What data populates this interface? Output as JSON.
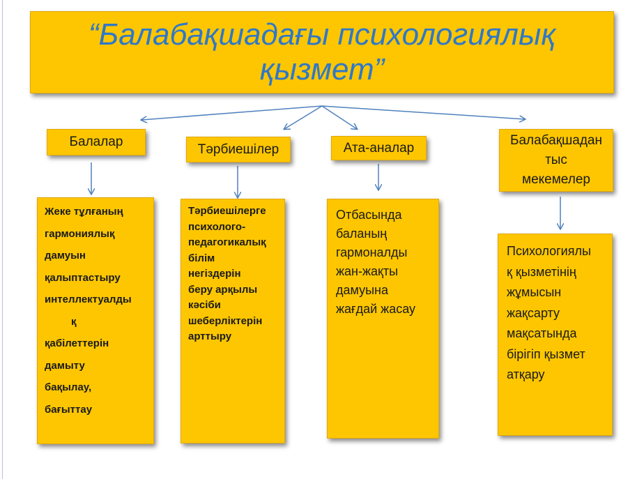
{
  "title": {
    "line1": "“Балабақшадағы психологиялық",
    "line2": "қызмет”"
  },
  "categories": [
    {
      "id": "children",
      "label": "Балалар"
    },
    {
      "id": "teachers",
      "label": "Тәрбиешілер"
    },
    {
      "id": "parents",
      "label": "Ата-аналар"
    },
    {
      "id": "external",
      "lines": [
        "Балабақшадан",
        "тыс",
        "мекемелер"
      ]
    }
  ],
  "descriptions": [
    {
      "id": "children",
      "lines": [
        "Жеке тұлғаның",
        "гармониялық",
        "дамуын",
        "қалыптастыру",
        "интеллектуалды",
        "қ",
        "қабілеттерін",
        "дамыту",
        "бақылау,",
        "бағыттау"
      ]
    },
    {
      "id": "teachers",
      "lines": [
        "Тәрбиешілерге",
        "психолого-",
        "педагогикалық",
        "білім",
        "негіздерін",
        "беру арқылы",
        "кәсіби",
        "шеберліктерін",
        "арттыру"
      ]
    },
    {
      "id": "parents",
      "lines": [
        "Отбасында",
        "баланың",
        "гармоналды",
        "жан-жақты",
        "дамуына",
        "жағдай жасау"
      ]
    },
    {
      "id": "external",
      "lines": [
        "Психологиялы",
        "қ қызметінің",
        "жұмысын",
        "жақсарту",
        "мақсатында",
        "бірігіп қызмет",
        "атқару"
      ]
    }
  ],
  "colors": {
    "box_fill": "#fdc600",
    "title_text": "#2f78c8",
    "arrow": "#4f81bd"
  }
}
